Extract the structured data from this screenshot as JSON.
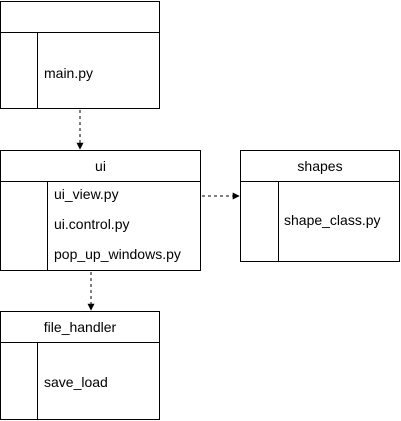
{
  "diagram": {
    "modules": {
      "main": {
        "title": "",
        "items": [
          "main.py"
        ]
      },
      "ui": {
        "title": "ui",
        "items": [
          "ui_view.py",
          "ui.control.py",
          "pop_up_windows.py"
        ]
      },
      "shapes": {
        "title": "shapes",
        "items": [
          "shape_class.py"
        ]
      },
      "file_handler": {
        "title": "file_handler",
        "items": [
          "save_load"
        ]
      }
    },
    "connections": [
      {
        "from": "main",
        "to": "ui",
        "style": "dashed"
      },
      {
        "from": "ui",
        "to": "shapes",
        "style": "dashed"
      },
      {
        "from": "ui",
        "to": "file_handler",
        "style": "dashed"
      }
    ],
    "colors": {
      "stroke": "#000000",
      "background": "#ffffff"
    }
  }
}
